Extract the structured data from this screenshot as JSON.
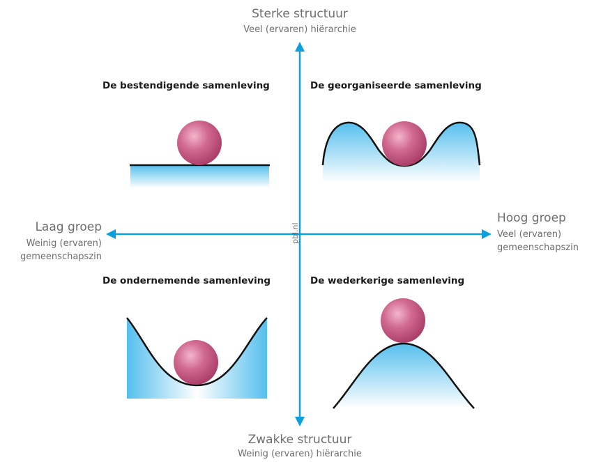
{
  "axes": {
    "top": {
      "title": "Sterke structuur",
      "subtitle": "Veel (ervaren) hiërarchie"
    },
    "bottom": {
      "title": "Zwakke structuur",
      "subtitle": "Weinig (ervaren) hiërarchie"
    },
    "left": {
      "title": "Laag groep",
      "subtitle_line1": "Weinig (ervaren)",
      "subtitle_line2": "gemeenschapszin"
    },
    "right": {
      "title": "Hoog groep",
      "subtitle_line1": "Veel (ervaren)",
      "subtitle_line2": "gemeenschapszin"
    }
  },
  "quadrants": {
    "top_left": "De bestendigende samenleving",
    "top_right": "De georganiseerde samenleving",
    "bottom_left": "De ondernemende samenleving",
    "bottom_right": "De wederkerige samenleving"
  },
  "credit": "pbl.nl",
  "colors": {
    "axis": "#0aa0e0",
    "ball": "#c2517f",
    "fill": "#6cc6ef",
    "label": "#6d6e70"
  }
}
